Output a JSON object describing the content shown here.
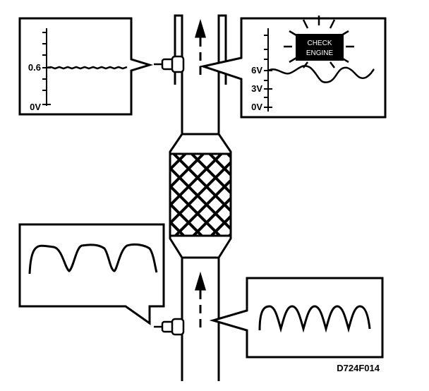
{
  "left_scope": {
    "tick_high": "0.6",
    "tick_low": "0V"
  },
  "right_scope": {
    "tick_6": "6V",
    "tick_3": "3V",
    "tick_0": "0V"
  },
  "check_engine": {
    "line1": "CHECK",
    "line2": "ENGINE"
  },
  "figure_code": "D724F014",
  "colors": {
    "ink": "#000000",
    "paper": "#ffffff"
  }
}
